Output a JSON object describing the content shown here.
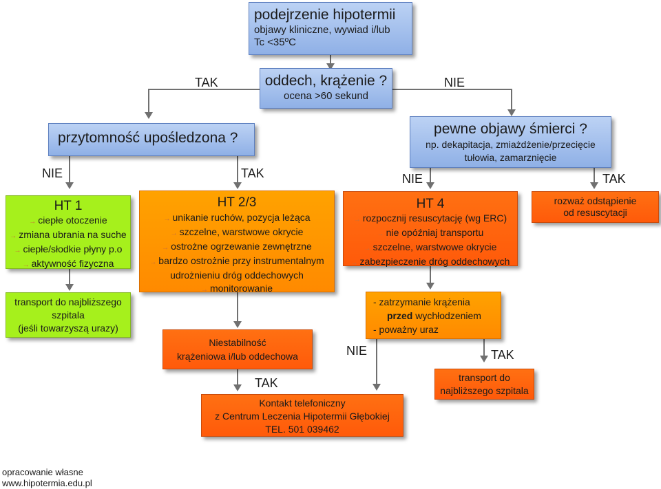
{
  "start": {
    "title": "podejrzenie hipotermii",
    "line1": "objawy kliniczne, wywiad i/lub",
    "line2": "Tc <35ºC"
  },
  "breathing": {
    "title": "oddech, krążenie ?",
    "sub": "ocena >60 sekund"
  },
  "consciousness": {
    "title": "przytomność upośledzona ?"
  },
  "death": {
    "title": "pewne objawy śmierci ?",
    "line1": "np. dekapitacja, zmiażdżenie/przecięcie",
    "line2": "tułowia, zamarznięcie"
  },
  "ht1": {
    "title": "HT 1",
    "items": [
      "ciepłe otoczenie",
      "zmiana ubrania na suche",
      "ciepłe/słodkie płyny p.o",
      "aktywność fizyczna"
    ]
  },
  "ht23": {
    "title": "HT 2/3",
    "items": [
      "unikanie ruchów, pozycja leżąca",
      "szczelne, warstwowe okrycie",
      "ostrożne ogrzewanie zewnętrzne",
      "bardzo ostrożnie przy instrumentalnym"
    ],
    "cont": "udrożnieniu dróg oddechowych",
    "last": "monitorowanie"
  },
  "ht4": {
    "title": "HT 4",
    "items": [
      "rozpocznij resuscytację (wg ERC)",
      "nie opóźniaj transportu",
      "szczelne, warstwowe okrycie",
      "zabezpieczenie dróg oddechowych"
    ]
  },
  "withdraw": {
    "line1": "rozważ odstąpienie",
    "line2": "od resuscytacji"
  },
  "transport1": {
    "line1": "transport do najbliższego",
    "line2": "szpitala",
    "line3": "(jeśli towarzyszą urazy)"
  },
  "unstable": {
    "line1": "Niestabilność",
    "line2": "krążeniowa i/lub oddechowa"
  },
  "arrest": {
    "line1": "- zatrzymanie krążenia",
    "line2a": "przed",
    "line2b": " wychłodzeniem",
    "line3": "- poważny uraz"
  },
  "transport2": {
    "line1": "transport do",
    "line2": "najbliższego szpitala"
  },
  "contact": {
    "line1": "Kontakt telefoniczny",
    "line2": "z Centrum Leczenia Hipotermii Głębokiej",
    "line3": "TEL. 501 039462"
  },
  "labels": {
    "tak_top": "TAK",
    "nie_top": "NIE",
    "nie_left": "NIE",
    "tak_left": "TAK",
    "nie_right": "NIE",
    "tak_right": "TAK",
    "nie_bottom": "NIE",
    "tak_bottom": "TAK",
    "tak_unstable": "TAK"
  },
  "footer": {
    "line1": "opracowanie własne",
    "line2": "www.hipotermia.edu.pl"
  }
}
